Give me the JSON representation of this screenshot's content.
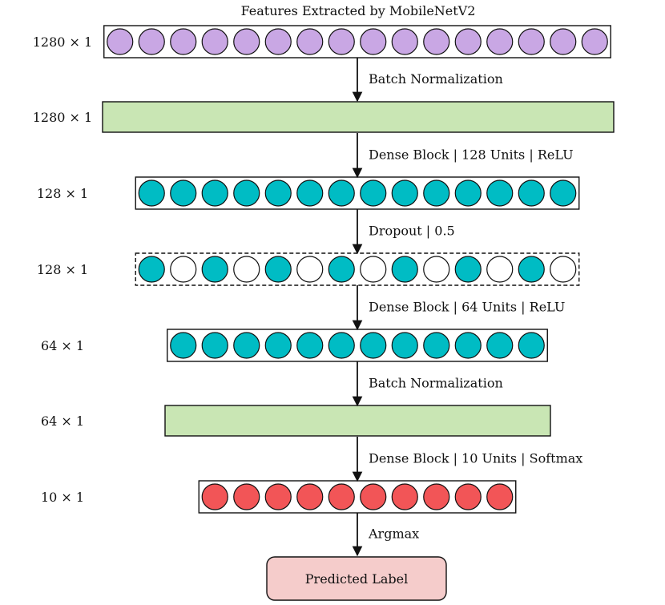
{
  "title": "Features Extracted by MobileNetV2",
  "colors": {
    "purple": "#c9a7e4",
    "teal": "#00bcc4",
    "empty": "#ffffff",
    "red": "#f25557",
    "green": "#c9e6b4",
    "output": "#f5cccb"
  },
  "layers": [
    {
      "dim": "1280 × 1",
      "kind": "neurons",
      "count": 16,
      "color": "purple",
      "border": "solid"
    },
    {
      "dim": "1280 × 1",
      "kind": "bar",
      "color": "green"
    },
    {
      "dim": "128 × 1",
      "kind": "neurons",
      "count": 14,
      "color": "teal",
      "border": "solid"
    },
    {
      "dim": "128 × 1",
      "kind": "neurons",
      "count": 14,
      "color": "teal",
      "border": "dashed",
      "pattern": "alternate"
    },
    {
      "dim": "64 × 1",
      "kind": "neurons",
      "count": 12,
      "color": "teal",
      "border": "solid"
    },
    {
      "dim": "64 × 1",
      "kind": "bar",
      "color": "green"
    },
    {
      "dim": "10 × 1",
      "kind": "neurons",
      "count": 10,
      "color": "red",
      "border": "solid"
    }
  ],
  "transitions": [
    "Batch Normalization",
    "Dense Block | 128 Units | ReLU",
    "Dropout | 0.5",
    "Dense Block | 64 Units | ReLU",
    "Batch Normalization",
    "Dense Block | 10 Units | Softmax",
    "Argmax"
  ],
  "output": {
    "label": "Predicted Label",
    "color": "output"
  }
}
